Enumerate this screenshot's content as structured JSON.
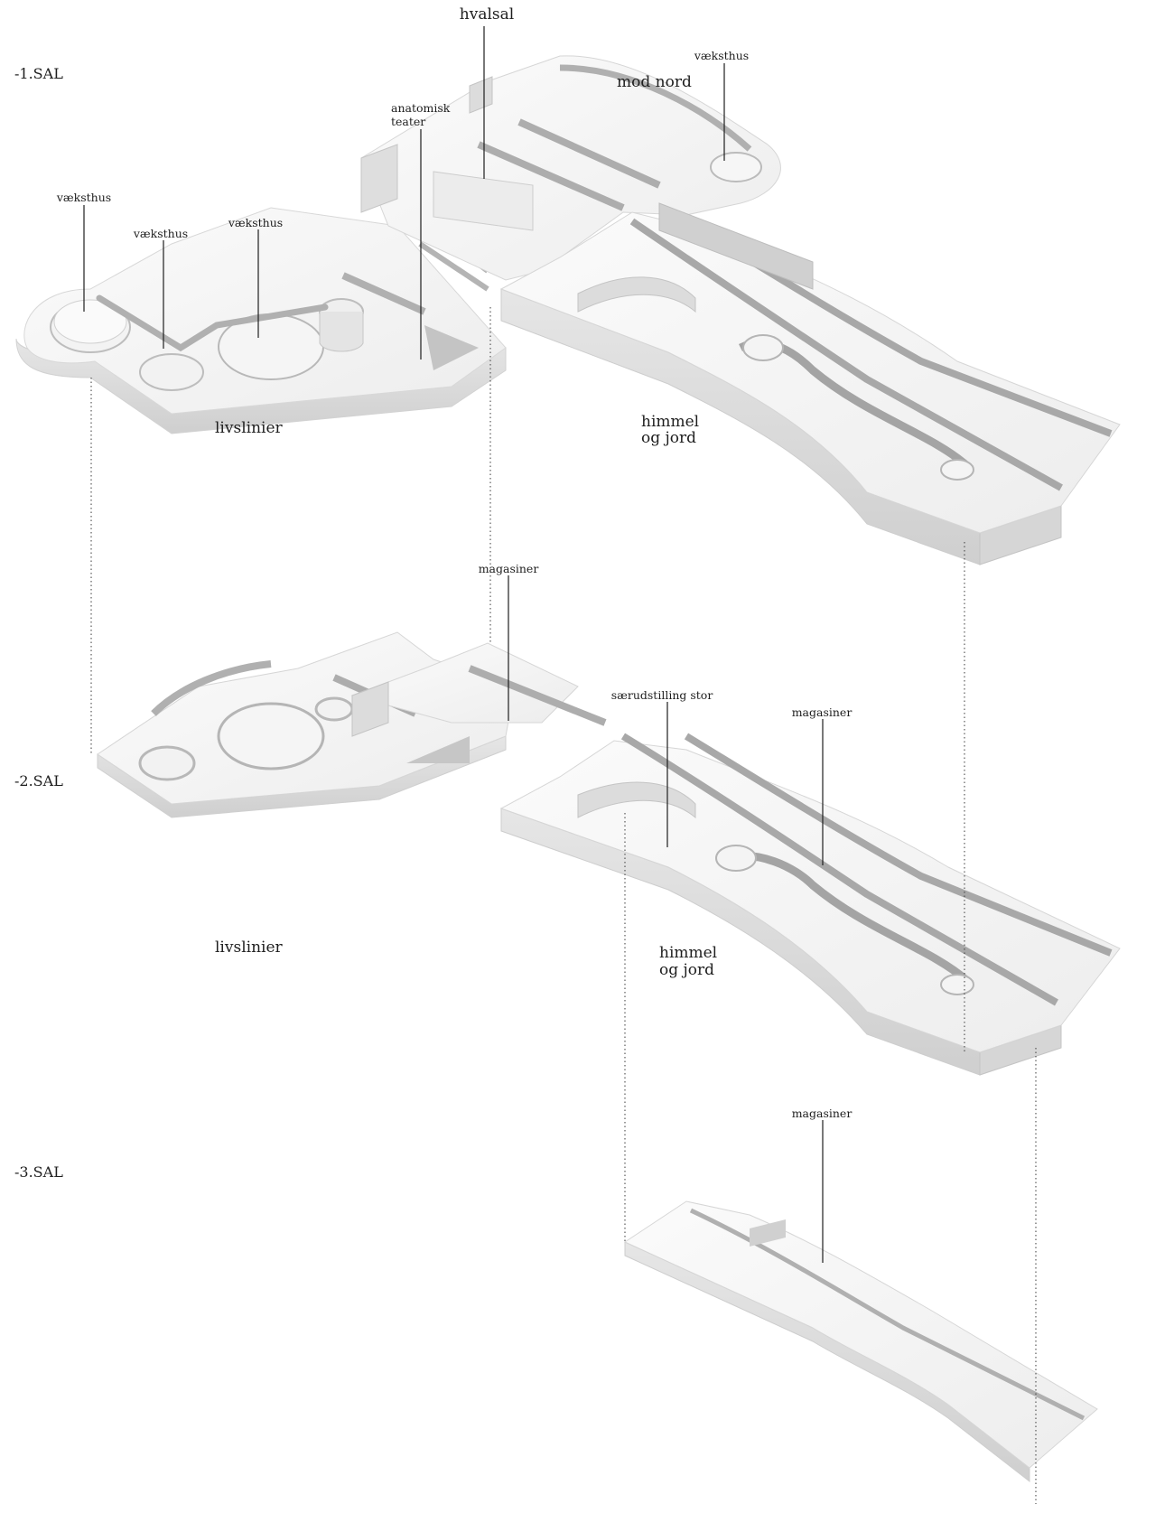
{
  "floors": {
    "level1": "-1.SAL",
    "level2": "-2.SAL",
    "level3": "-3.SAL"
  },
  "labels": {
    "hvalsal": "hvalsal",
    "vaeksthus_top": "væksthus",
    "mod_nord": "mod nord",
    "anatomisk_1": "anatomisk",
    "anatomisk_2": "teater",
    "vaeksthus_a": "væksthus",
    "vaeksthus_b": "væksthus",
    "vaeksthus_c": "væksthus",
    "livslinier_1": "livslinier",
    "himmel_1a": "himmel",
    "himmel_1b": "og jord",
    "magasiner_1": "magasiner",
    "saerudstilling": "særudstilling stor",
    "magasiner_2": "magasiner",
    "livslinier_2": "livslinier",
    "himmel_2a": "himmel",
    "himmel_2b": "og jord",
    "magasiner_3": "magasiner"
  }
}
